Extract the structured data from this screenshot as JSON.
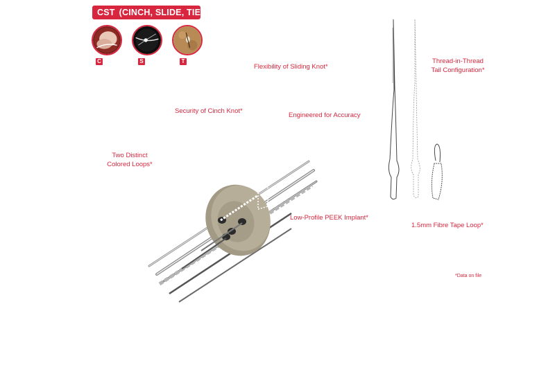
{
  "header": {
    "badge_code": "CST",
    "badge_text": "(CINCH, SLIDE, TIE)",
    "accent_color": "#d7263d"
  },
  "knots": [
    {
      "letter": "C",
      "icon": "cinch-knot-photo"
    },
    {
      "letter": "S",
      "icon": "slide-knot-photo"
    },
    {
      "letter": "T",
      "icon": "tie-knot-photo"
    }
  ],
  "callouts": {
    "sliding": "Flexibility of Sliding Knot*",
    "thread_1": "Thread-in-Thread",
    "thread_2": "Tail Configuration*",
    "cinch": "Security of Cinch Knot*",
    "accuracy": "Engineered for Accuracy",
    "loops_1": "Two Distinct",
    "loops_2": "Colored Loops*",
    "peek": "Low-Profile PEEK Implant*",
    "tape": "1.5mm Fibre Tape Loop*",
    "footnote": "*Data on file"
  }
}
